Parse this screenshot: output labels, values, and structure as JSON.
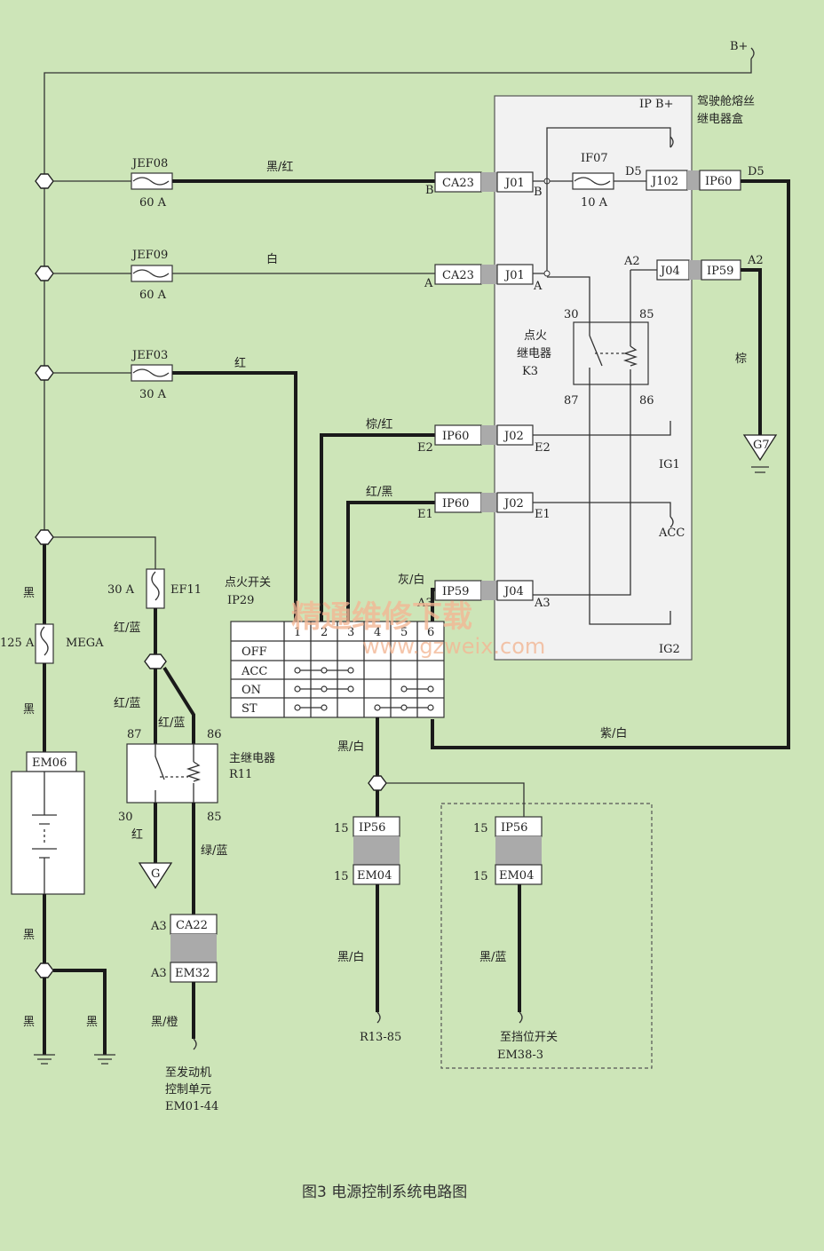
{
  "caption": "图3  电源控制系统电路图",
  "watermark": {
    "cn": "精通维修下载",
    "url": "www.gzweix.com"
  },
  "supply": {
    "label": "B+"
  },
  "fuse_box": {
    "title_line1": "驾驶舱熔丝",
    "title_line2": "继电器盒",
    "ipb": "IP B+"
  },
  "fuses": [
    {
      "name": "JEF08",
      "rating": "60 A"
    },
    {
      "name": "JEF09",
      "rating": "60 A"
    },
    {
      "name": "JEF03",
      "rating": "30 A"
    },
    {
      "name": "IF07",
      "rating": "10 A"
    },
    {
      "name": "EF11",
      "rating": "30 A"
    },
    {
      "name": "MEGA",
      "rating": "125 A"
    }
  ],
  "connectors": {
    "ca23": "CA23",
    "j01": "J01",
    "j102": "J102",
    "ip60": "IP60",
    "j04": "J04",
    "ip59": "IP59",
    "j02": "J02",
    "ip56": "IP56",
    "em04": "EM04",
    "em06": "EM06",
    "ca22": "CA22",
    "em32": "EM32"
  },
  "pins": {
    "b": "B",
    "a": "A",
    "d5": "D5",
    "a2": "A2",
    "e2": "E2",
    "e1": "E1",
    "a3": "A3",
    "p30": "30",
    "p85": "85",
    "p87": "87",
    "p86": "86",
    "p15": "15"
  },
  "wires": {
    "black_red": "黑/红",
    "white": "白",
    "red": "红",
    "brown": "棕",
    "brown_red": "棕/红",
    "red_black": "红/黑",
    "gray_white": "灰/白",
    "purple_white": "紫/白",
    "black": "黑",
    "red_blue": "红/蓝",
    "green_blue": "绿/蓝",
    "black_orange": "黑/橙",
    "black_white": "黑/白",
    "black_blue": "黑/蓝"
  },
  "ign_relay": {
    "line1": "点火",
    "line2": "继电器",
    "id": "K3"
  },
  "main_relay": {
    "name": "主继电器",
    "id": "R11"
  },
  "outputs": {
    "ig1": "IG1",
    "acc": "ACC",
    "ig2": "IG2"
  },
  "grounds": {
    "g7": "G7",
    "g": "G"
  },
  "switch": {
    "title": "点火开关",
    "id": "IP29",
    "columns": [
      "1",
      "2",
      "3",
      "4",
      "5",
      "6"
    ],
    "rows": [
      "OFF",
      "ACC",
      "ON",
      "ST"
    ]
  },
  "destinations": {
    "ecu_line1": "至发动机",
    "ecu_line2": "控制单元",
    "ecu_id": "EM01-44",
    "r13": "R13-85",
    "gear_line1": "至挡位开关",
    "gear_id": "EM38-3"
  }
}
